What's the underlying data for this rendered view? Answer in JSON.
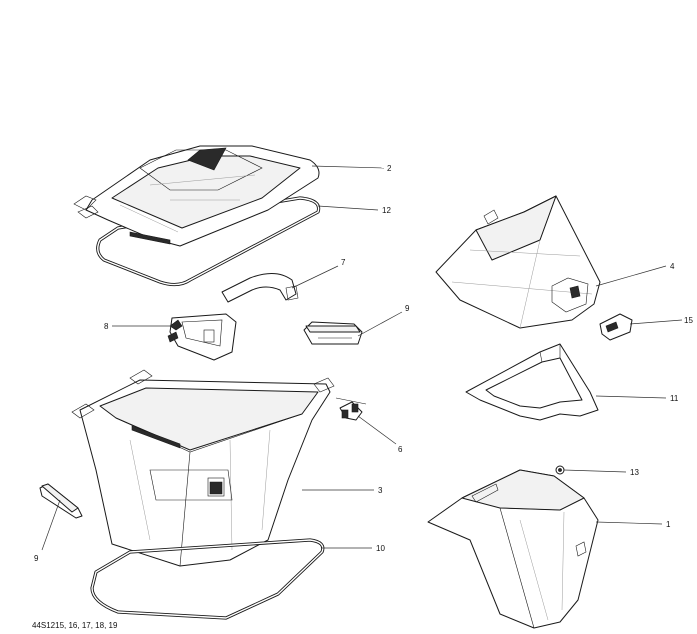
{
  "diagram": {
    "reference_code": "44S1215, 16, 17, 18, 19",
    "callouts": [
      {
        "id": "c2",
        "label": "2"
      },
      {
        "id": "c12",
        "label": "12"
      },
      {
        "id": "c7",
        "label": "7"
      },
      {
        "id": "c9a",
        "label": "9"
      },
      {
        "id": "c8",
        "label": "8"
      },
      {
        "id": "c6",
        "label": "6"
      },
      {
        "id": "c3",
        "label": "3"
      },
      {
        "id": "c10",
        "label": "10"
      },
      {
        "id": "c9b",
        "label": "9"
      },
      {
        "id": "c4",
        "label": "4"
      },
      {
        "id": "c15",
        "label": "15"
      },
      {
        "id": "c11",
        "label": "11"
      },
      {
        "id": "c13",
        "label": "13"
      },
      {
        "id": "c1",
        "label": "1"
      }
    ]
  }
}
